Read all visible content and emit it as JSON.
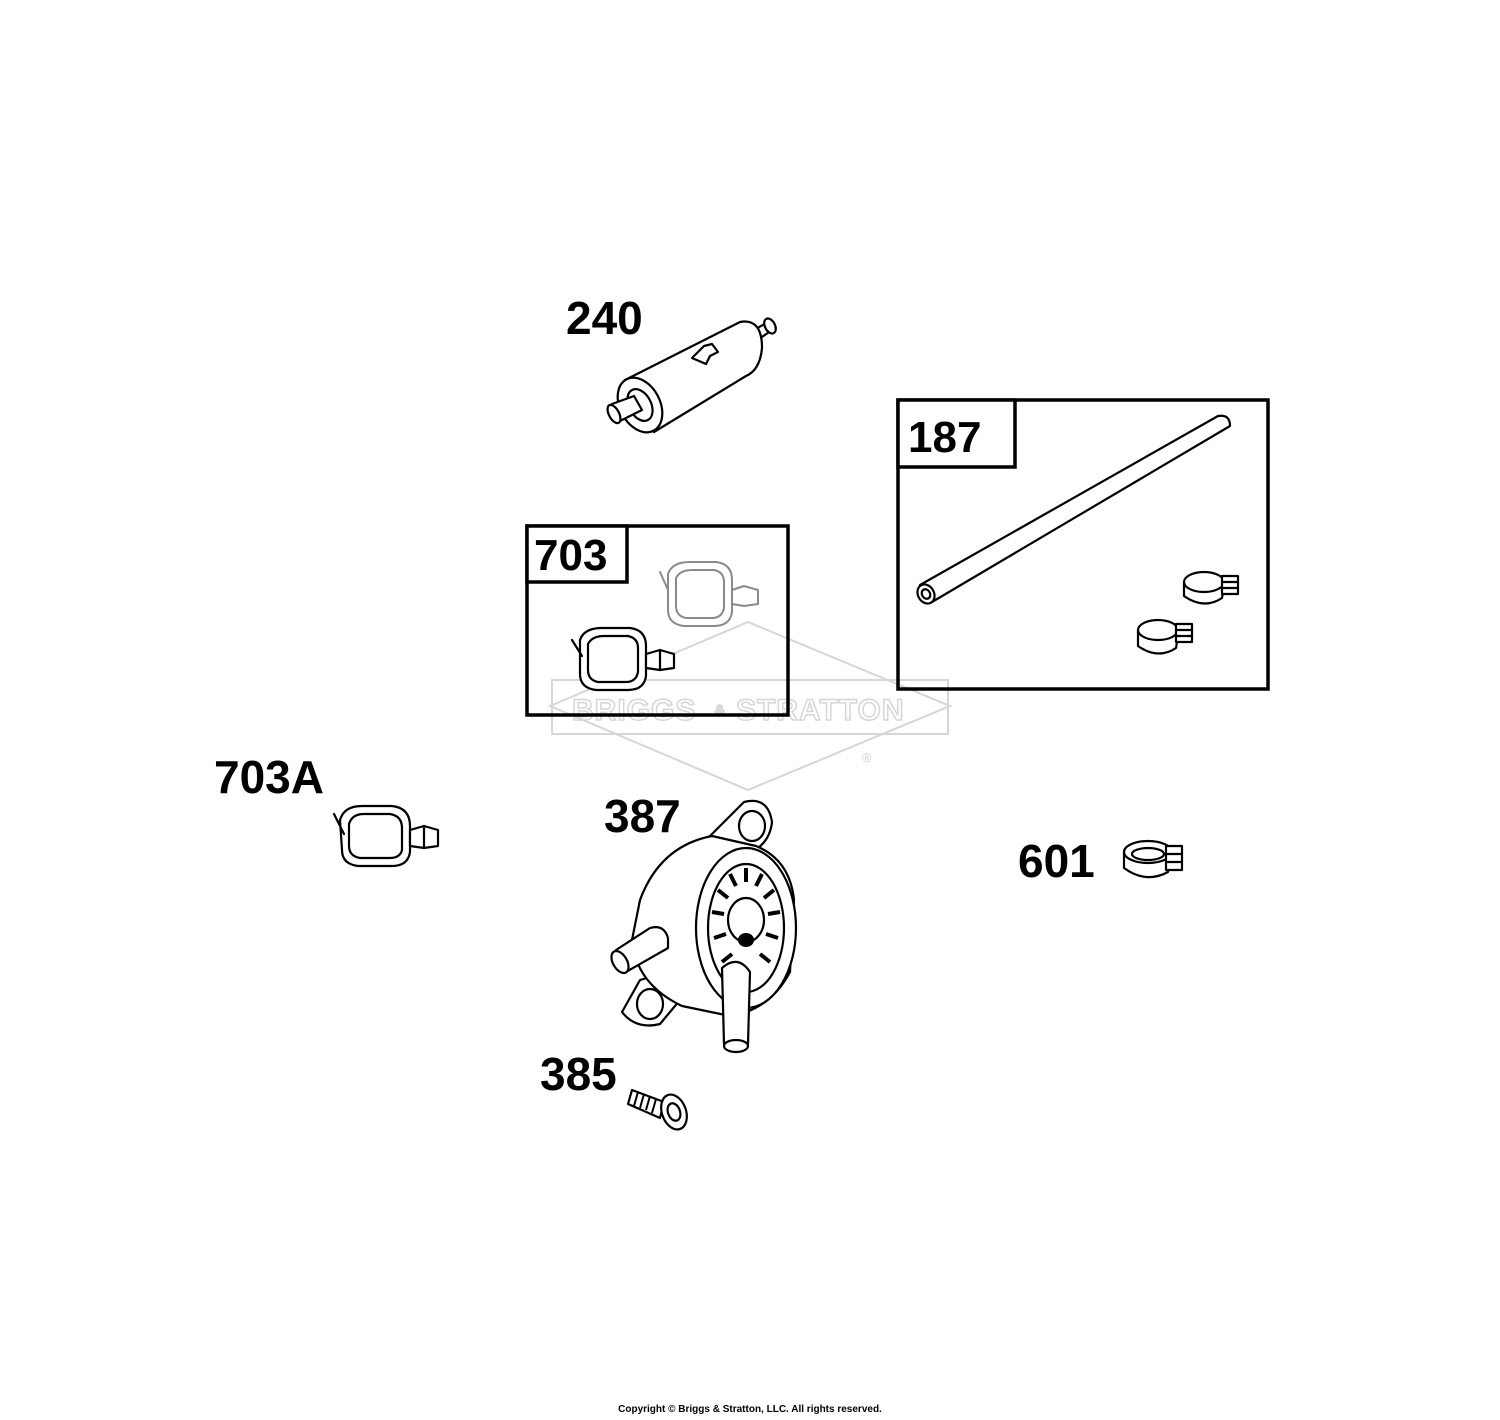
{
  "watermark": {
    "brand_left": "BRIGGS",
    "amp": "&",
    "brand_right": "STRATTON",
    "registered": "®"
  },
  "callouts": {
    "fuel_filter": "240",
    "fuel_line_kit": "187",
    "clamp_kit": "703",
    "clamp": "703A",
    "fuel_pump": "387",
    "screw": "385",
    "hose_clamp": "601"
  },
  "footer": {
    "copyright": "Copyright © Briggs & Stratton, LLC. All rights reserved."
  }
}
